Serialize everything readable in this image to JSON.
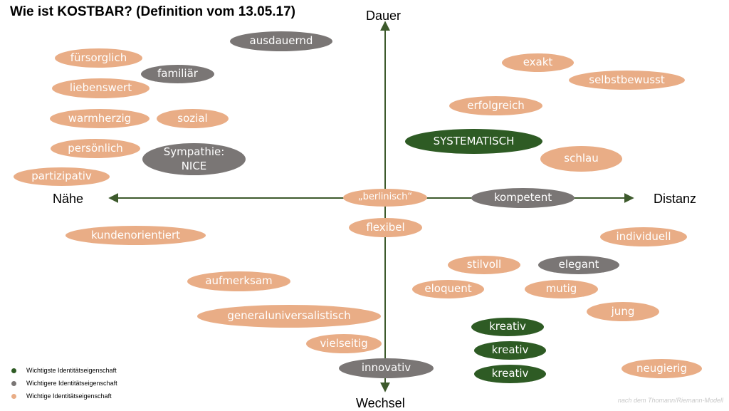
{
  "title": "Wie ist KOSTBAR? (Definition vom 13.05.17)",
  "axes": {
    "top": "Dauer",
    "bottom": "Wechsel",
    "left": "Nähe",
    "right": "Distanz"
  },
  "colors": {
    "most_important": "#2e5b24",
    "more_important": "#7a7675",
    "important": "#e9ad86",
    "axis": "#3d5a2c"
  },
  "legend": [
    {
      "key": "most_important",
      "label": "Wichtigste Identitätseigenschaft"
    },
    {
      "key": "more_important",
      "label": "Wichtigere Identitätseigenschaft"
    },
    {
      "key": "important",
      "label": "Wichtige Identitätseigenschaft"
    }
  ],
  "terms": [
    {
      "text": "ausdauernd",
      "level": "more_important"
    },
    {
      "text": "fürsorglich",
      "level": "important"
    },
    {
      "text": "familiär",
      "level": "more_important"
    },
    {
      "text": "liebenswert",
      "level": "important"
    },
    {
      "text": "warmherzig",
      "level": "important"
    },
    {
      "text": "sozial",
      "level": "important"
    },
    {
      "text": "persönlich",
      "level": "important"
    },
    {
      "text": "Sympathie:\nNICE",
      "level": "more_important"
    },
    {
      "text": "partizipativ",
      "level": "important"
    },
    {
      "text": "exakt",
      "level": "important"
    },
    {
      "text": "selbstbewusst",
      "level": "important"
    },
    {
      "text": "erfolgreich",
      "level": "important"
    },
    {
      "text": "SYSTEMATISCH",
      "level": "most_important"
    },
    {
      "text": "schlau",
      "level": "important"
    },
    {
      "text": "„berlinisch“",
      "level": "important"
    },
    {
      "text": "kompetent",
      "level": "more_important"
    },
    {
      "text": "flexibel",
      "level": "important"
    },
    {
      "text": "kundenorientiert",
      "level": "important"
    },
    {
      "text": "individuell",
      "level": "important"
    },
    {
      "text": "stilvoll",
      "level": "important"
    },
    {
      "text": "elegant",
      "level": "more_important"
    },
    {
      "text": "aufmerksam",
      "level": "important"
    },
    {
      "text": "eloquent",
      "level": "important"
    },
    {
      "text": "mutig",
      "level": "important"
    },
    {
      "text": "jung",
      "level": "important"
    },
    {
      "text": "generaluniversalistisch",
      "level": "important"
    },
    {
      "text": "kreativ",
      "level": "most_important"
    },
    {
      "text": "vielseitig",
      "level": "important"
    },
    {
      "text": "kreativ",
      "level": "most_important"
    },
    {
      "text": "innovativ",
      "level": "more_important"
    },
    {
      "text": "kreativ",
      "level": "most_important"
    },
    {
      "text": "neugierig",
      "level": "important"
    }
  ],
  "source": "nach dem Thomann/Riemann-Modell"
}
